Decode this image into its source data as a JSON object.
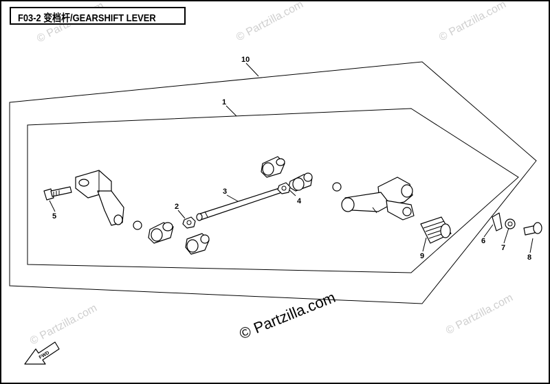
{
  "title": "F03-2 变档杆/GEARSHIFT LEVER",
  "watermarks": {
    "small": "© Partzilla.com",
    "main": "© Partzilla.com"
  },
  "callouts": {
    "c1": "1",
    "c2": "2",
    "c3": "3",
    "c4": "4",
    "c5": "5",
    "c6": "6",
    "c7": "7",
    "c8": "8",
    "c9": "9",
    "c10": "10"
  },
  "fwd_label": "FWD",
  "colors": {
    "line": "#000000",
    "watermark": "#cfcfcf",
    "background": "#ffffff"
  }
}
